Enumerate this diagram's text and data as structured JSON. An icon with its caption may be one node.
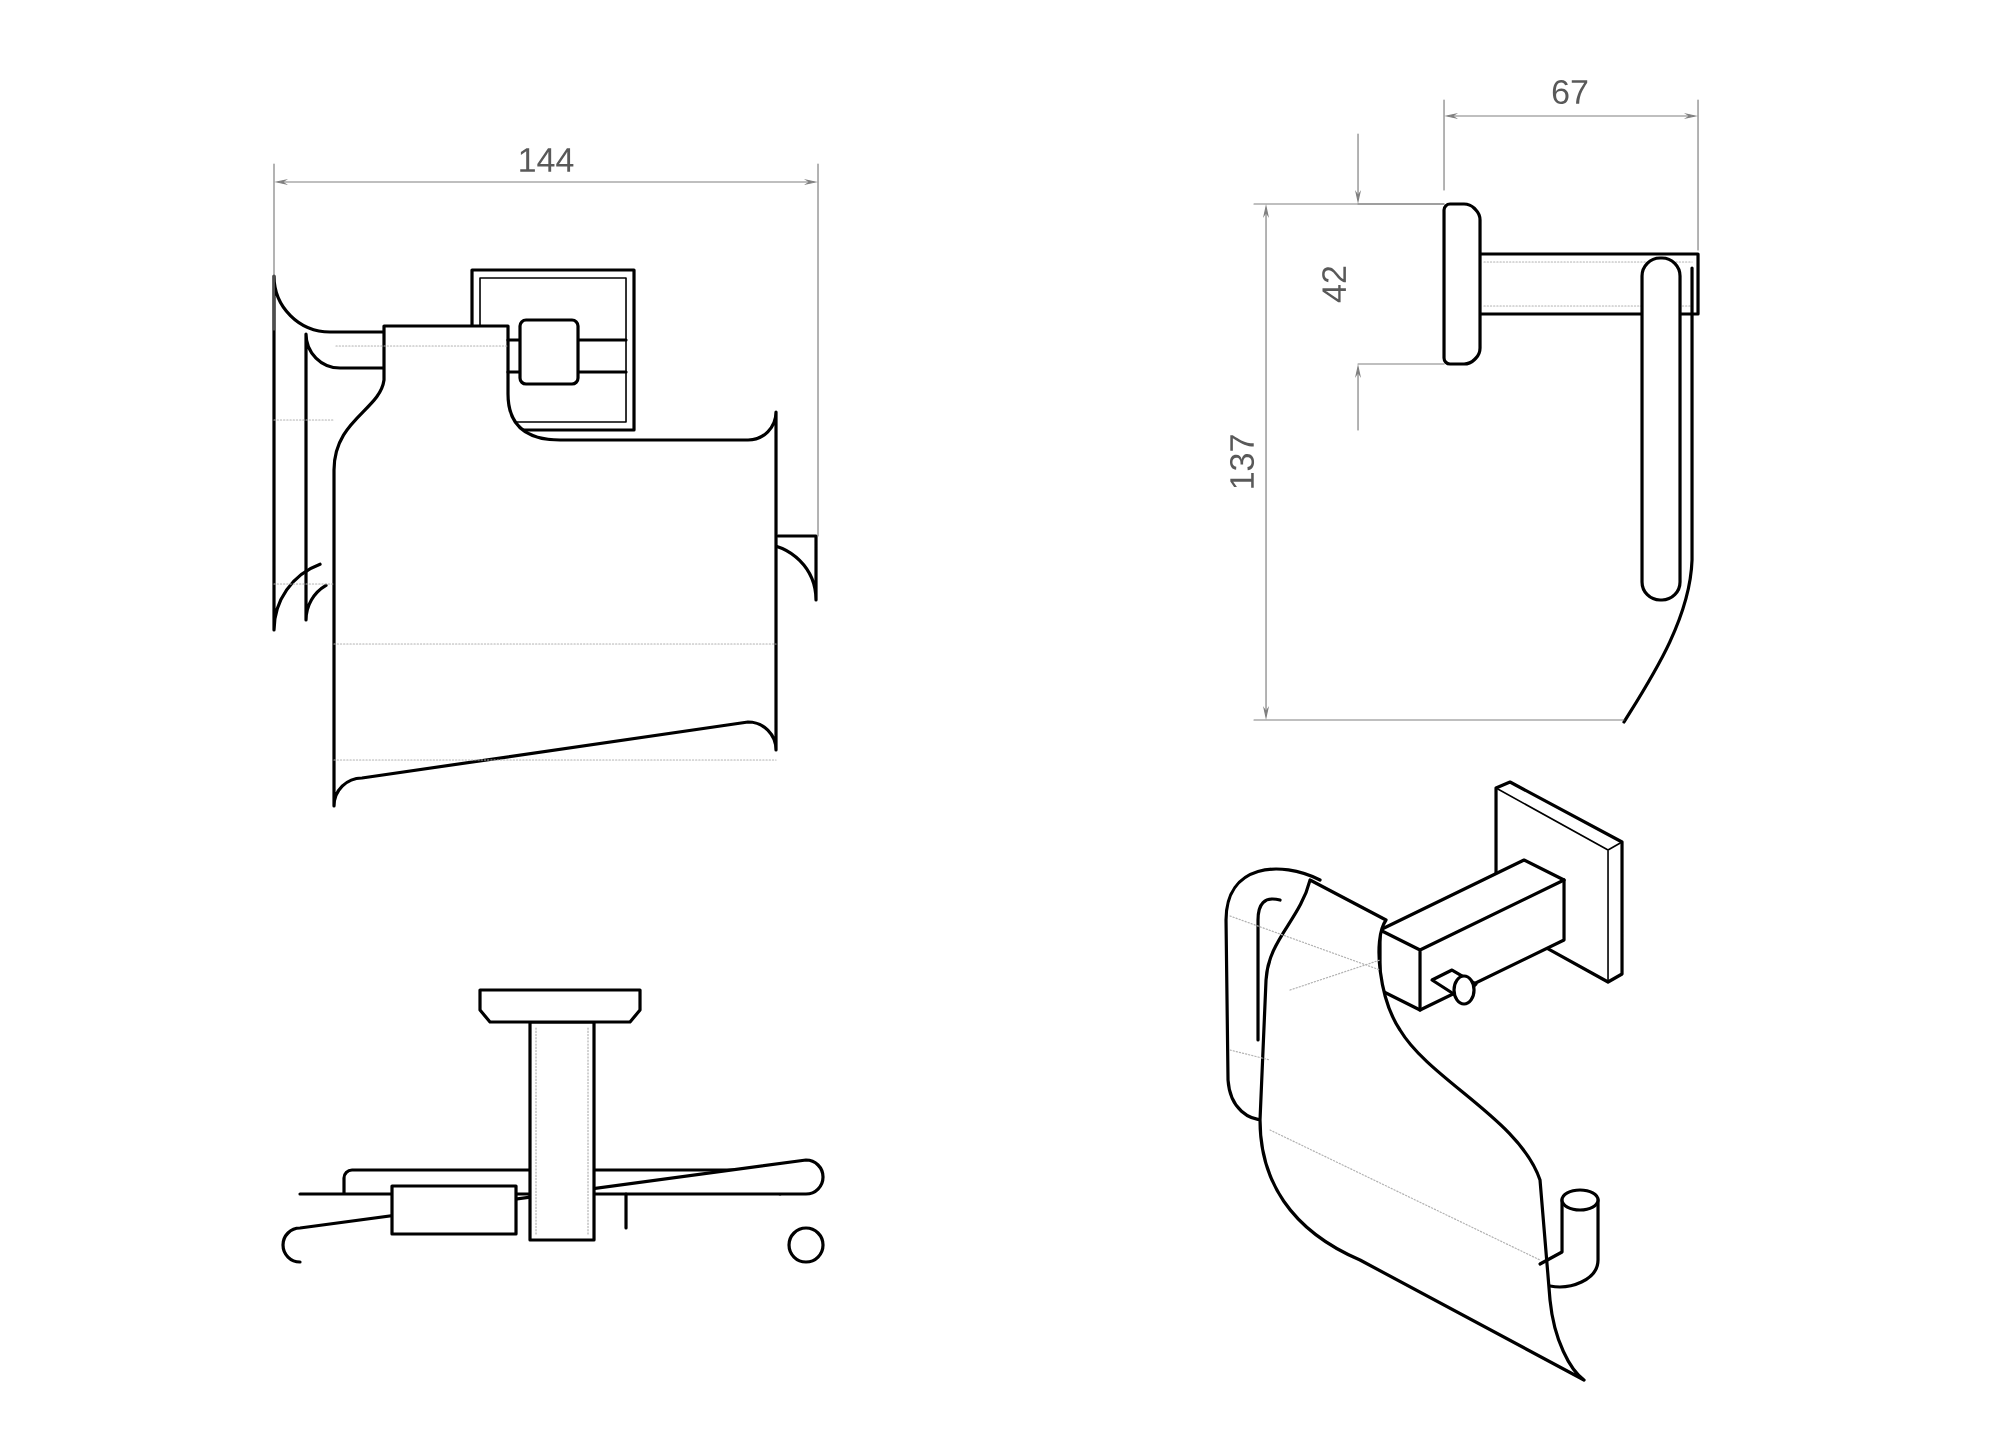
{
  "diagram": {
    "labels": [
      "144",
      "67",
      "42",
      "137"
    ]
  }
}
